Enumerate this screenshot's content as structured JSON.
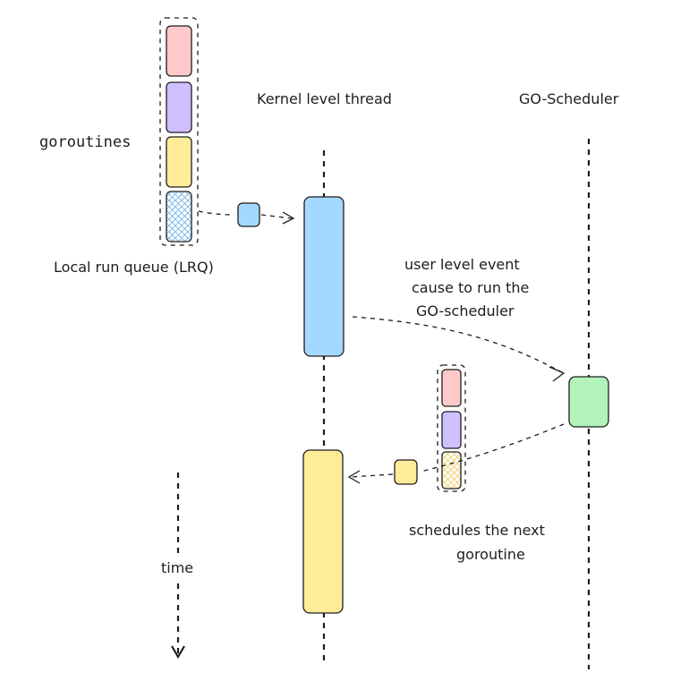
{
  "labels": {
    "goroutines": "goroutines",
    "kernel_thread": "Kernel level thread",
    "go_scheduler": "GO-Scheduler",
    "lrq": "Local run queue (LRQ)",
    "event_line1": "user level event",
    "event_line2": "cause to run the",
    "event_line3": "GO-scheduler",
    "schedules_line1": "schedules the next",
    "schedules_line2": "goroutine",
    "time": "time"
  },
  "colors": {
    "red": "#ffc9c9",
    "purple": "#d0bfff",
    "yellow": "#ffec99",
    "blue": "#a5d8ff",
    "green": "#b2f2bb",
    "stroke": "#1e1e1e"
  }
}
